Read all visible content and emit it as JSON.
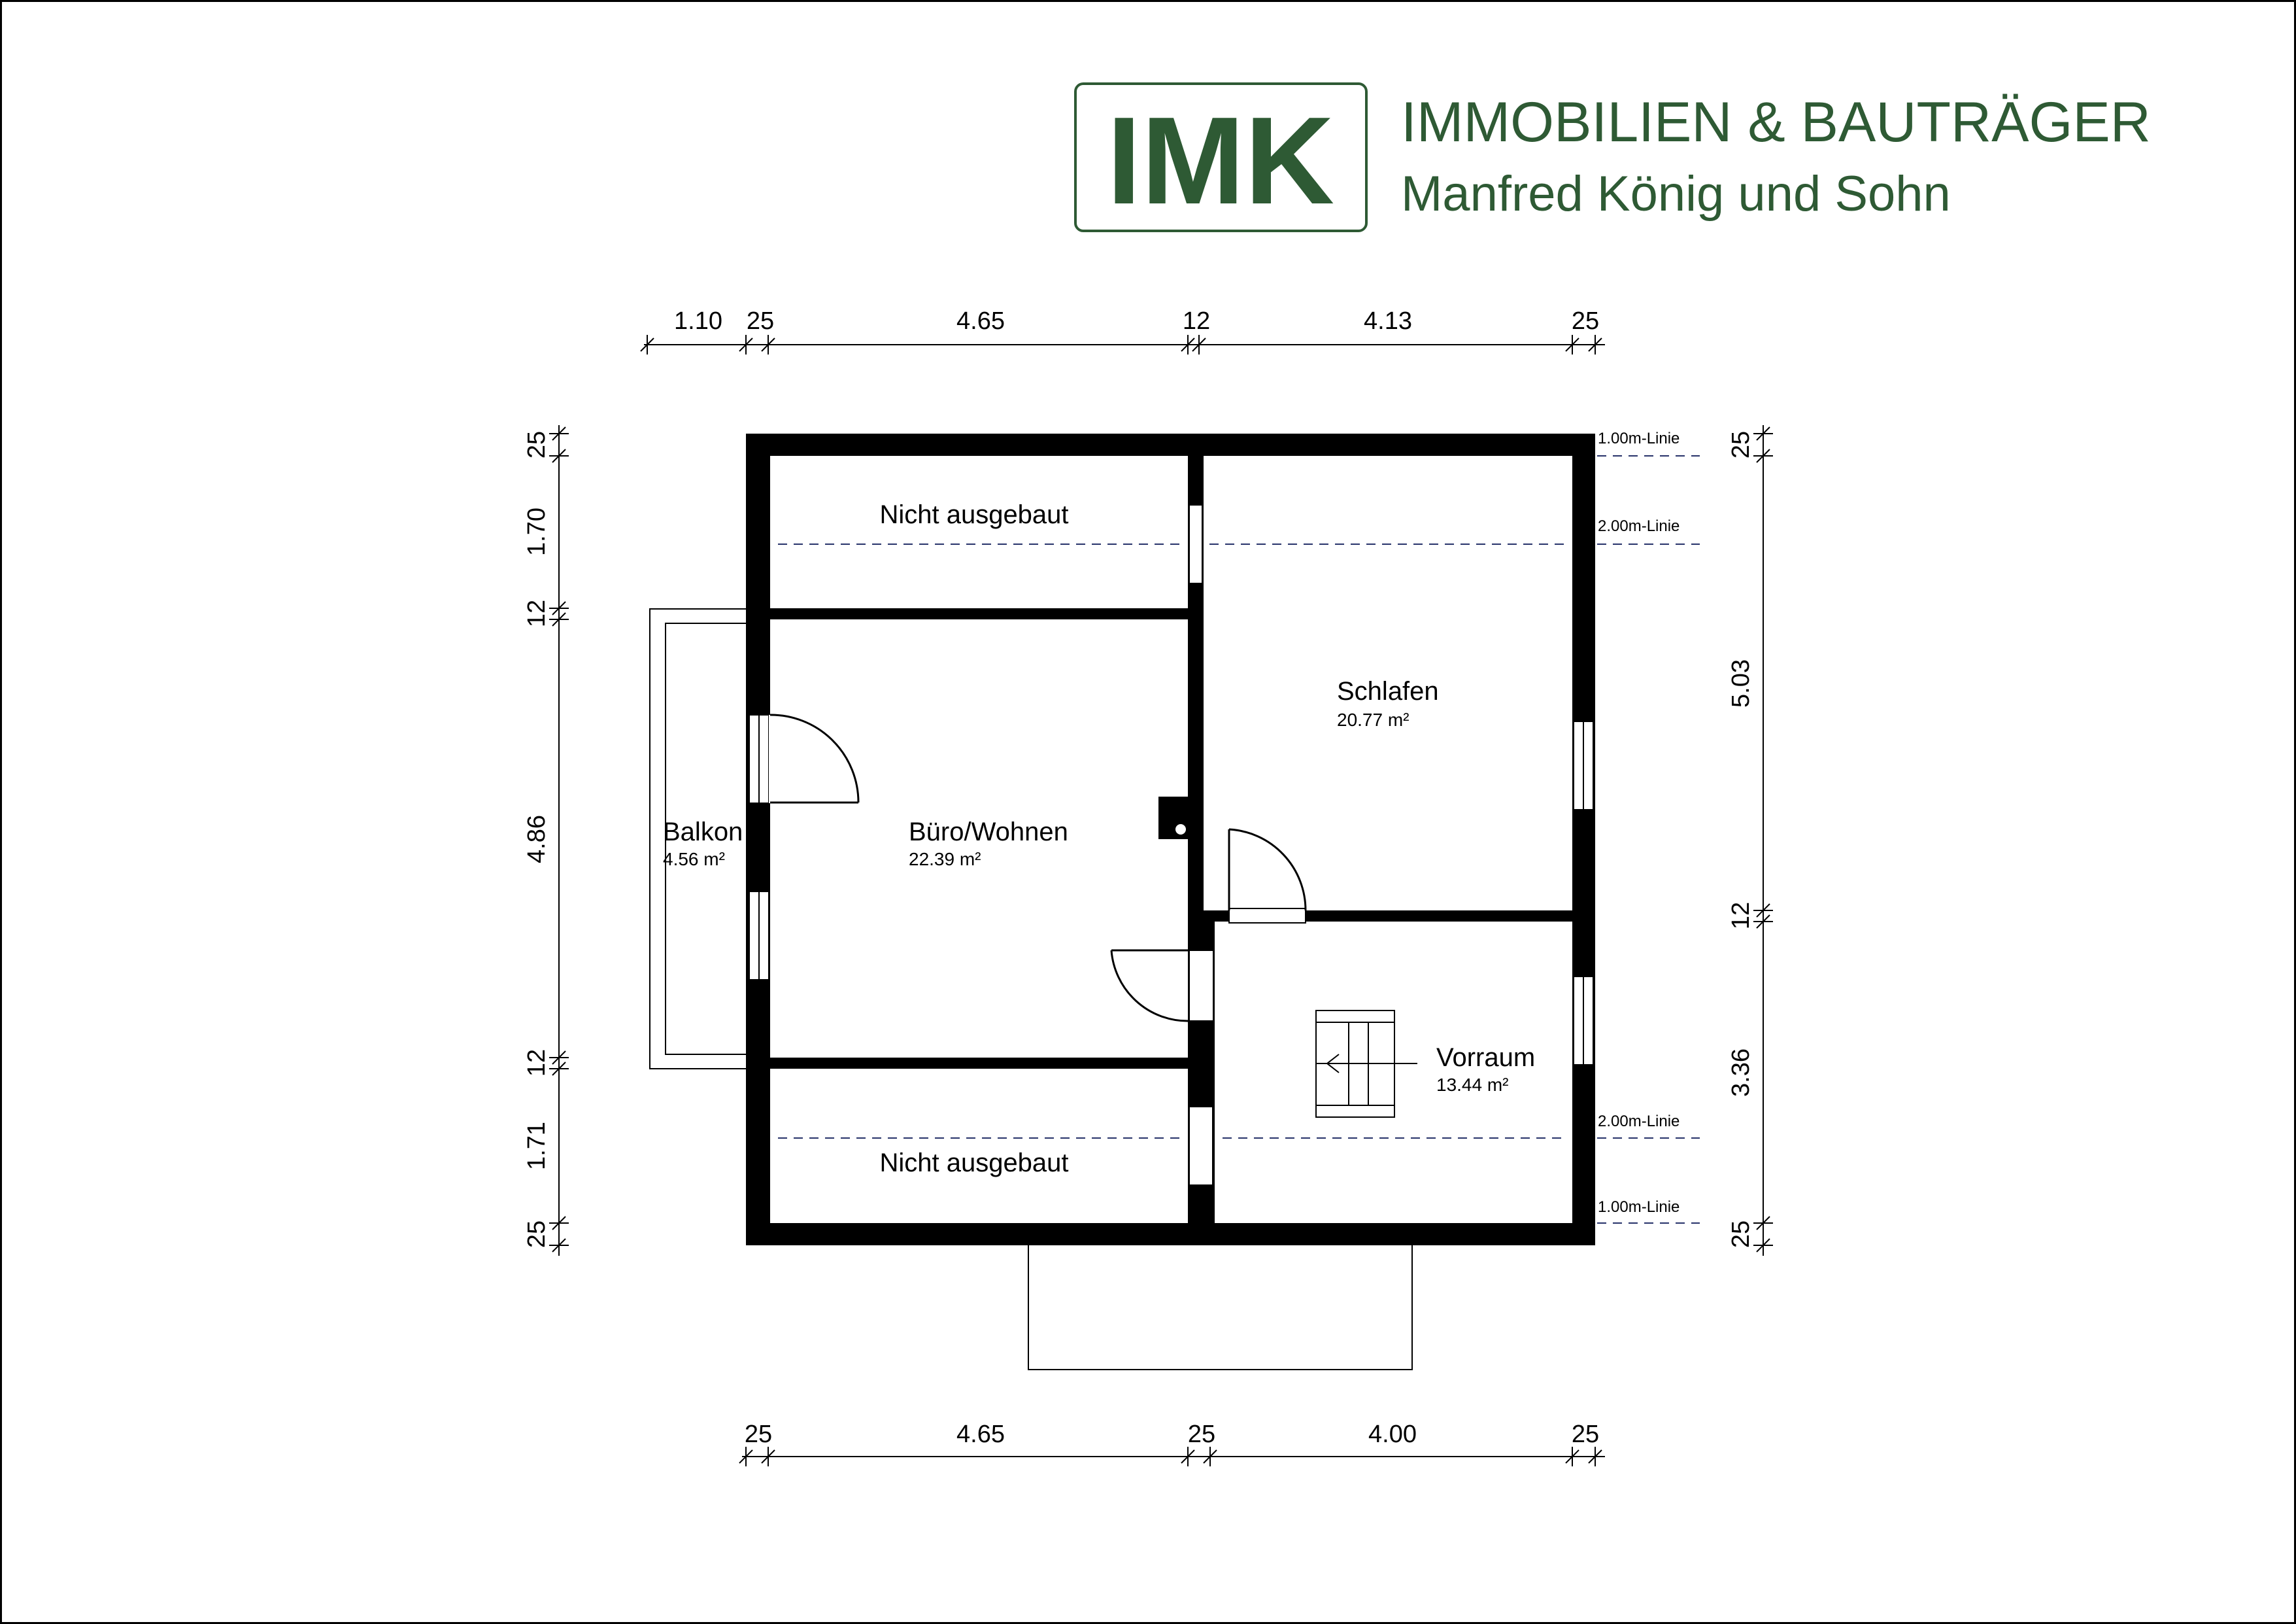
{
  "logo": {
    "mark": "IMK",
    "name": "IMMOBILIEN & BAUTRÄGER",
    "owner": "Manfred König und Sohn",
    "color": "#2e5a34"
  },
  "dimensions": {
    "top": [
      "1.10",
      "25",
      "4.65",
      "12",
      "4.13",
      "25"
    ],
    "bottom": [
      "25",
      "4.65",
      "25",
      "4.00",
      "25"
    ],
    "left": [
      "25",
      "1.70",
      "12",
      "4.86",
      "12",
      "1.71",
      "25"
    ],
    "right": [
      "25",
      "5.03",
      "12",
      "3.36",
      "25"
    ]
  },
  "rooms": {
    "nicht_oben": {
      "name": "Nicht ausgebaut"
    },
    "nicht_unten": {
      "name": "Nicht ausgebaut"
    },
    "schlafen": {
      "name": "Schlafen",
      "area": "20.77 m²"
    },
    "buero": {
      "name": "Büro/Wohnen",
      "area": "22.39 m²"
    },
    "balkon": {
      "name": "Balkon",
      "area": "4.56 m²"
    },
    "vorraum": {
      "name": "Vorraum",
      "area": "13.44 m²"
    }
  },
  "lines": {
    "line_100_top": "1.00m-Linie",
    "line_200_top": "2.00m-Linie",
    "line_200_bottom": "2.00m-Linie",
    "line_100_bottom": "1.00m-Linie"
  }
}
